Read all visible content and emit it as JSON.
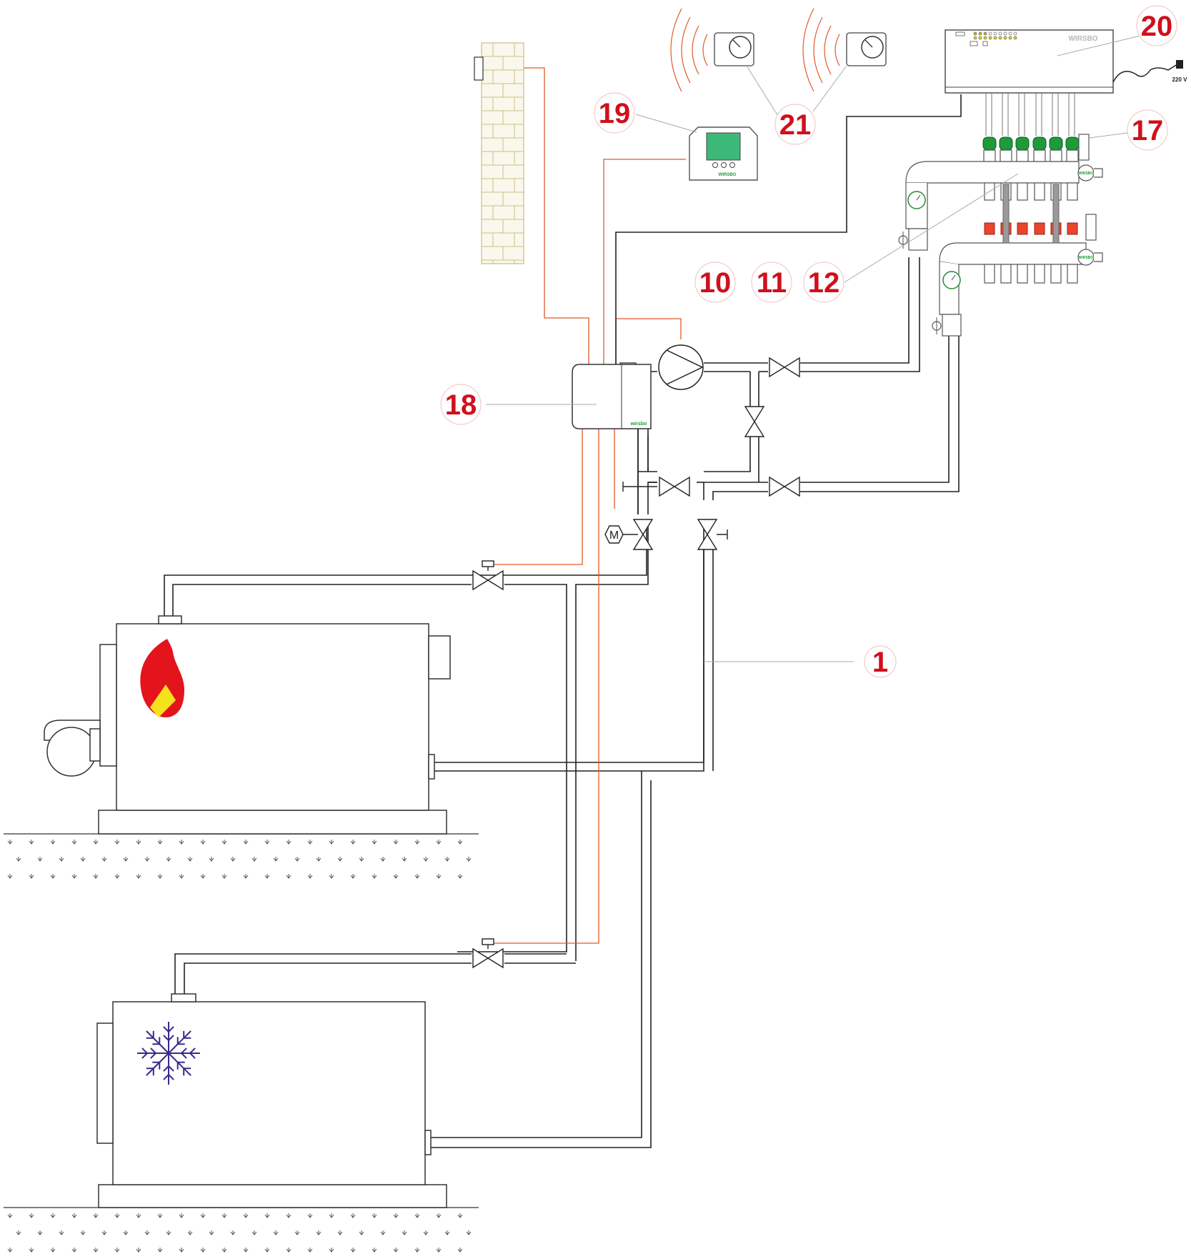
{
  "callouts": {
    "c1": "1",
    "c10": "10",
    "c11": "11",
    "c12": "12",
    "c17": "17",
    "c18": "18",
    "c19": "19",
    "c20": "20",
    "c21": "21"
  },
  "labels": {
    "voltage": "220 V",
    "motor": "M",
    "controller_brand": "WIRSBO",
    "thermostat_brand": "WIRSBO",
    "control_unit_brand": "wirsbo",
    "manifold_brand": "WIRSBO"
  },
  "colors": {
    "callout_red": "#d0101c",
    "control_wire": "#e05a2b",
    "pipe": "#222222",
    "flame_red": "#e4141d",
    "flame_yellow": "#f5e21c",
    "snowflake": "#3a2a8c",
    "actuator_green": "#1f9a3a",
    "display_green": "#3cb878",
    "brick": "#c9bf86",
    "chimney_fill": "#faf8ec"
  },
  "icons": {
    "heat_source": "flame-icon",
    "cold_source": "snowflake-icon",
    "motor": "motor-icon",
    "pump": "pump-icon"
  }
}
